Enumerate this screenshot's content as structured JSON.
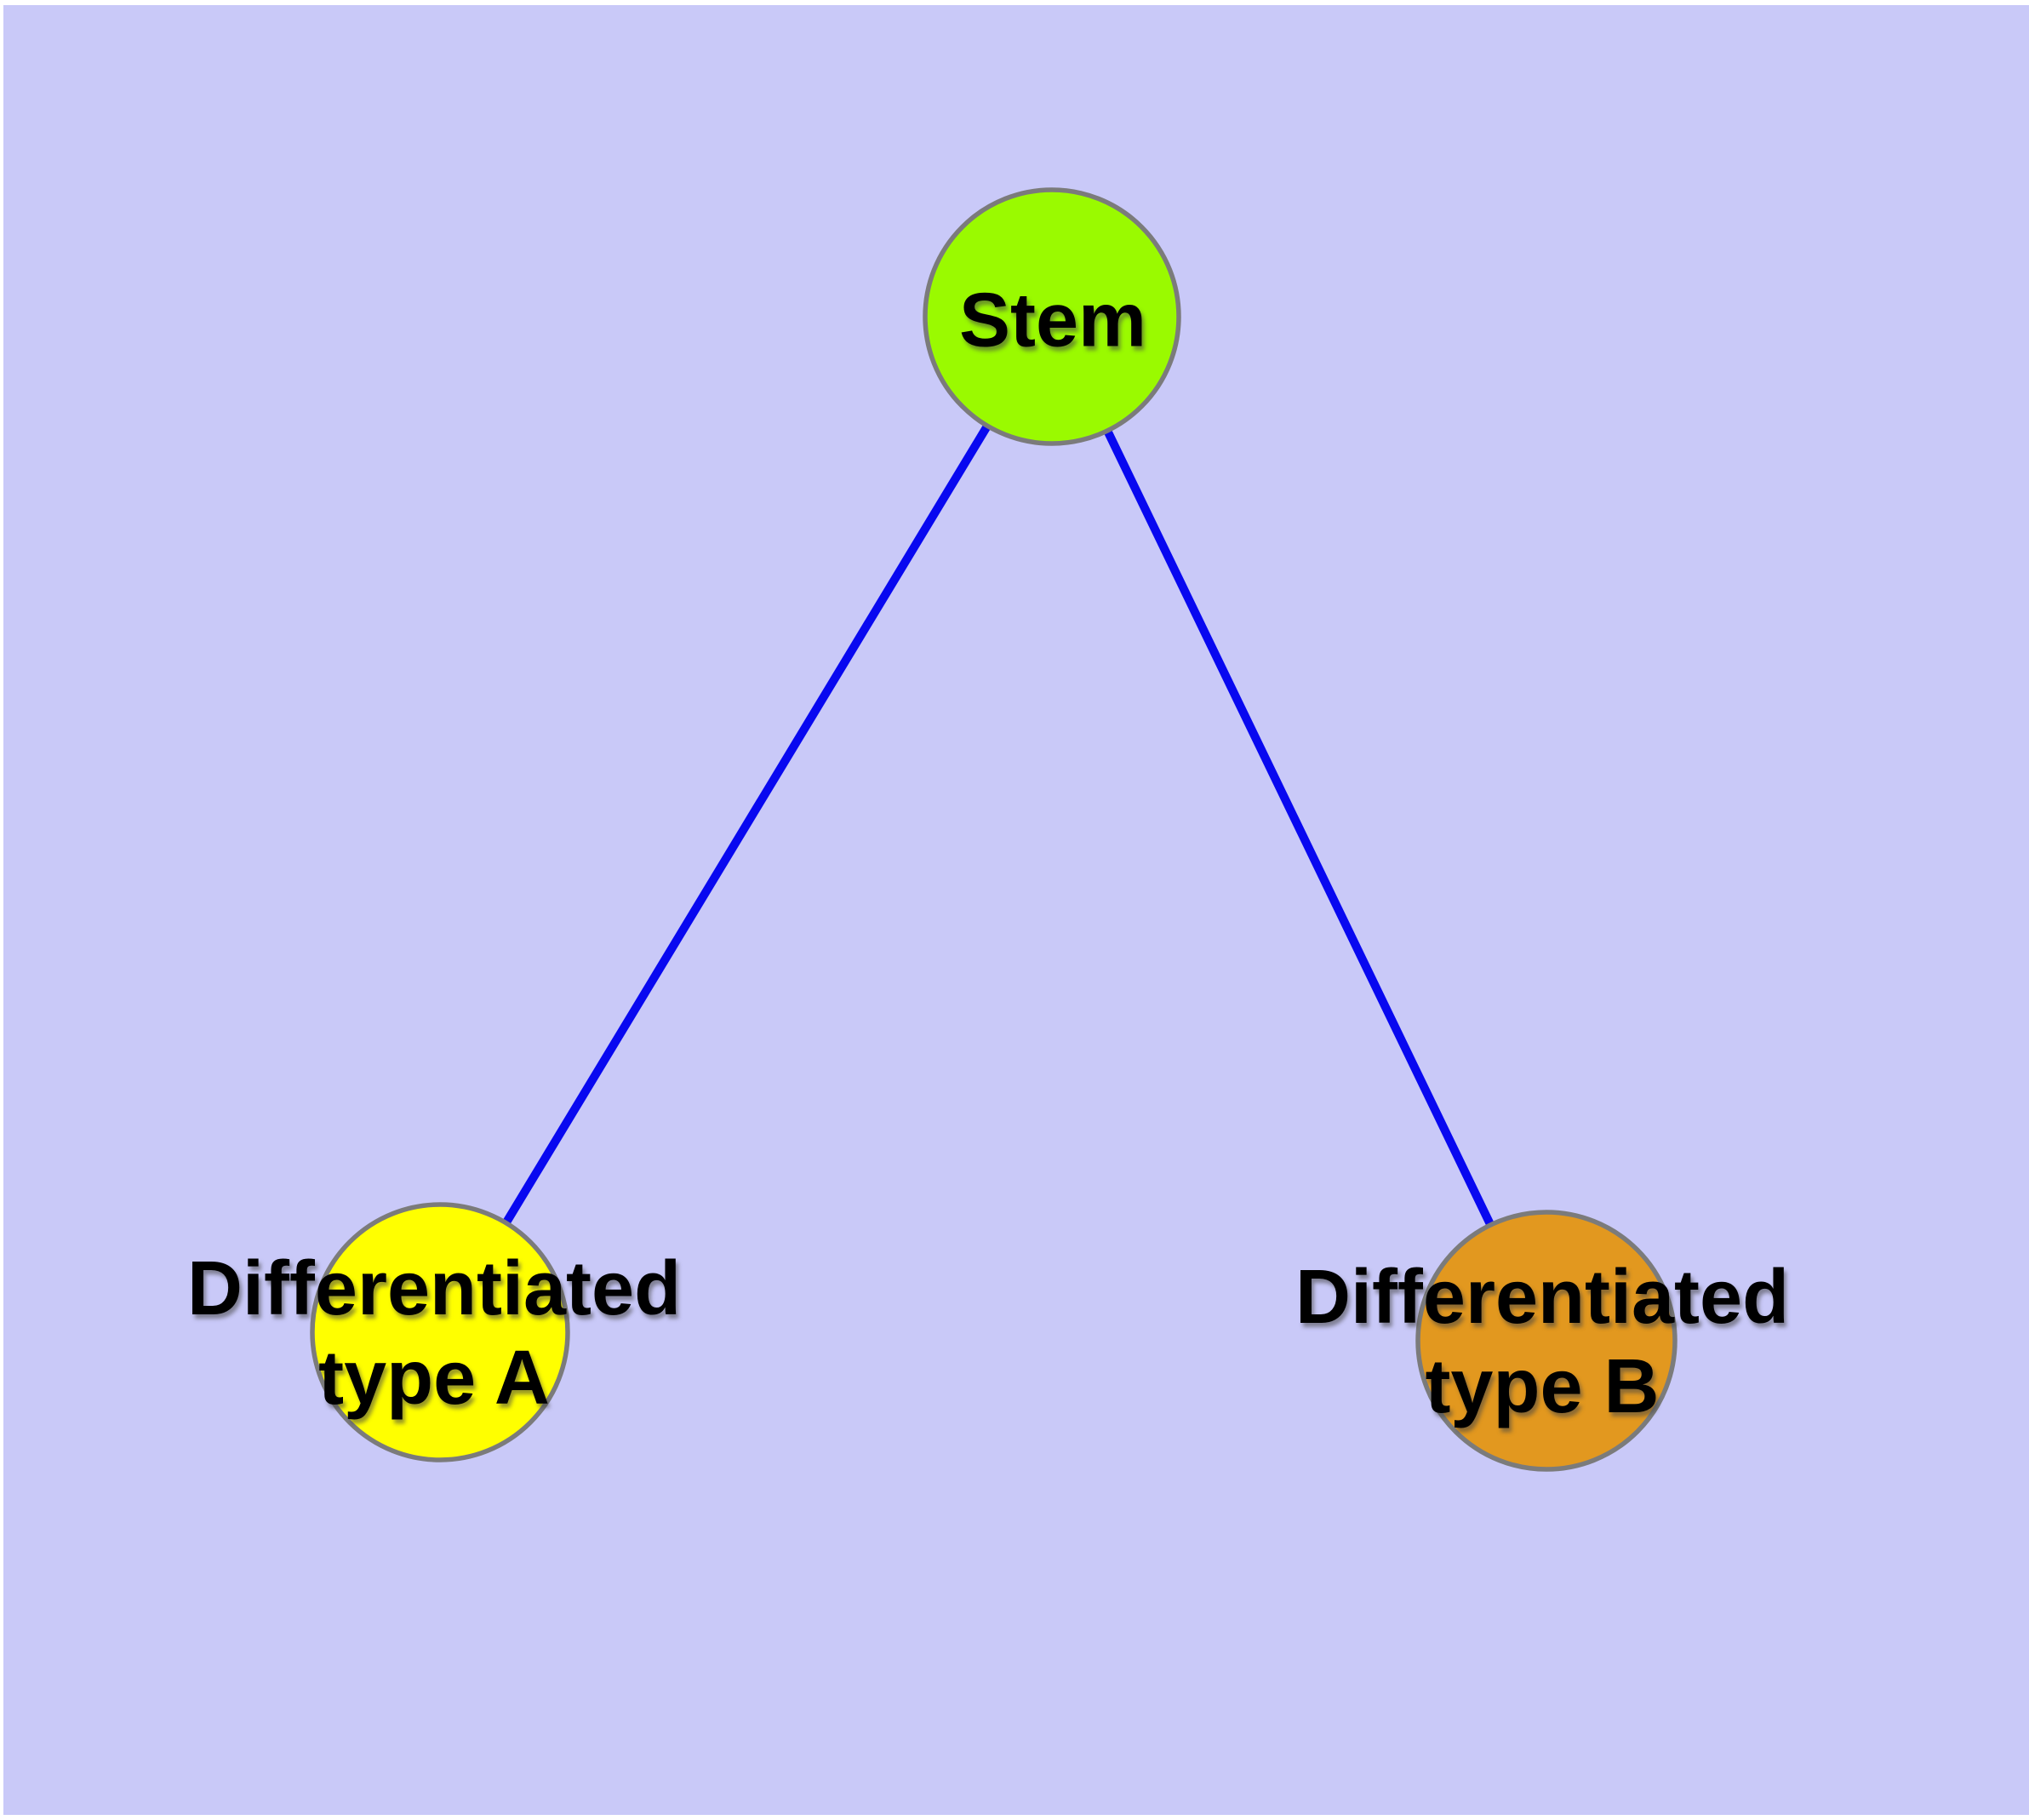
{
  "figure": {
    "margin_color": "#FFFFFF",
    "background_color": "#C9C9F8"
  },
  "graph": {
    "node_stroke_color": "#7B7B7B",
    "edge_color": "#0808F0",
    "label_color": "#000000",
    "nodes": [
      {
        "id": "stem",
        "label": "Stem",
        "fill": "#9AFA00"
      },
      {
        "id": "differentiated-type-a",
        "label_line1": "Differentiated",
        "label_line2": "type A",
        "fill": "#FFFF00"
      },
      {
        "id": "differentiated-type-b",
        "label_line1": "Differentiated",
        "label_line2": "type B",
        "fill": "#E2981F"
      }
    ],
    "edges": [
      {
        "from": "stem",
        "to": "differentiated-type-a"
      },
      {
        "from": "stem",
        "to": "differentiated-type-b"
      }
    ]
  }
}
